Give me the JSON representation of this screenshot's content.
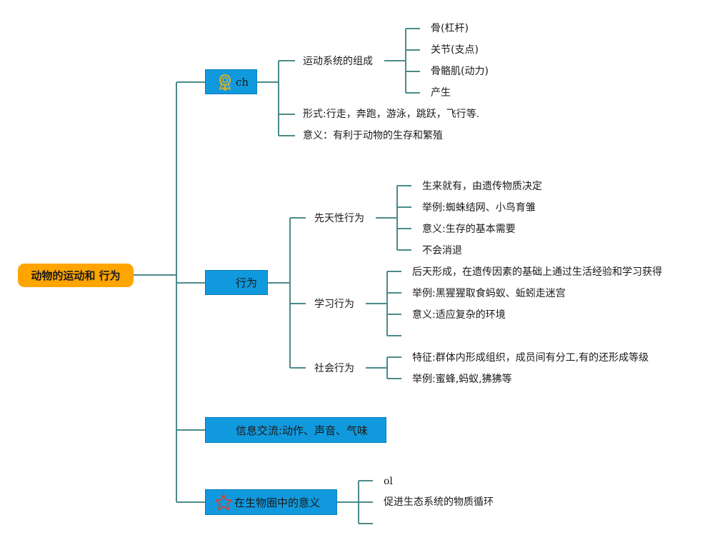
{
  "root": {
    "label": "动物的运动和 行为",
    "color": "#FFA500"
  },
  "branches": {
    "motion": {
      "label": "ch",
      "icon": "award-ribbon-icon",
      "children": {
        "composition": {
          "label": "运动系统的组成",
          "items": [
            "骨(杠杆)",
            "关节(支点)",
            "骨骼肌(动力)",
            "产生"
          ]
        },
        "forms": {
          "label": "形式:行走，奔跑，游泳，跳跃，飞行等."
        },
        "meaning": {
          "label": "意义：有利于动物的生存和繁殖"
        }
      }
    },
    "behavior": {
      "label": "行为",
      "children": {
        "innate": {
          "label": "先天性行为",
          "items": [
            "生来就有，由遗传物质决定",
            "举例:蜘蛛结网、小鸟育雏",
            "意义:生存的基本需要",
            "不会消退"
          ]
        },
        "learned": {
          "label": "学习行为",
          "items": [
            "后天形成，在遗传因素的基础上通过生活经验和学习获得",
            "举例:黑猩猩取食蚂蚁、蚯蚓走迷宫",
            "意义:适应复杂的环境",
            ""
          ]
        },
        "social": {
          "label": "社会行为",
          "items": [
            "特征:群体内形成组织，成员间有分工,有的还形成等级",
            "举例:蜜蜂,蚂蚁,狒狒等"
          ]
        }
      }
    },
    "communication": {
      "label": "信息交流:动作、声音、气味"
    },
    "biosphere": {
      "label": "在生物圈中的意义",
      "icon": "star-icon",
      "items": [
        "ol",
        "促进生态系统的物质循环",
        ""
      ]
    }
  },
  "colors": {
    "line": "#4A8A8A",
    "topic": "#1199DD",
    "root": "#FFA500",
    "star": "#D9412F",
    "award": "#E0B020"
  }
}
